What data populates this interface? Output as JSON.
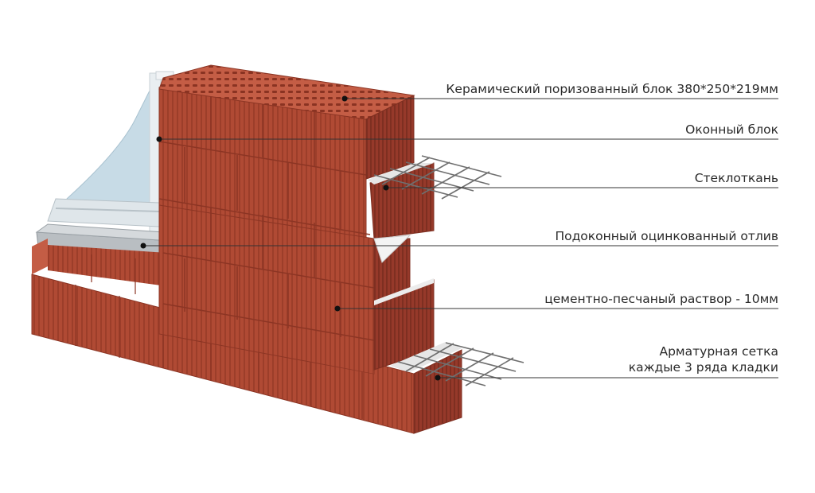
{
  "callouts": [
    {
      "id": "ceramic-block",
      "lines": [
        "Керамический поризованный блок 380*250*219мм"
      ]
    },
    {
      "id": "window-block",
      "lines": [
        "Оконный блок"
      ]
    },
    {
      "id": "fiberglass",
      "lines": [
        "Стеклоткань"
      ]
    },
    {
      "id": "sill-drip",
      "lines": [
        "Подоконный оцинкованный отлив"
      ]
    },
    {
      "id": "mortar",
      "lines": [
        "цементно-песчаный раствор - 10мм"
      ]
    },
    {
      "id": "mesh",
      "lines": [
        "Арматурная сетка",
        "каждые 3 ряда кладки"
      ]
    }
  ],
  "colors": {
    "brick": "#b04a34",
    "brick_dark": "#8c3524",
    "brick_top": "#c45d45",
    "mortar": "#e6e6e6",
    "glass": "#c7dbe6",
    "frame": "#e9eef1",
    "sill": "#b9bec2",
    "mesh": "#6f6f6f",
    "leader": "#333333"
  }
}
